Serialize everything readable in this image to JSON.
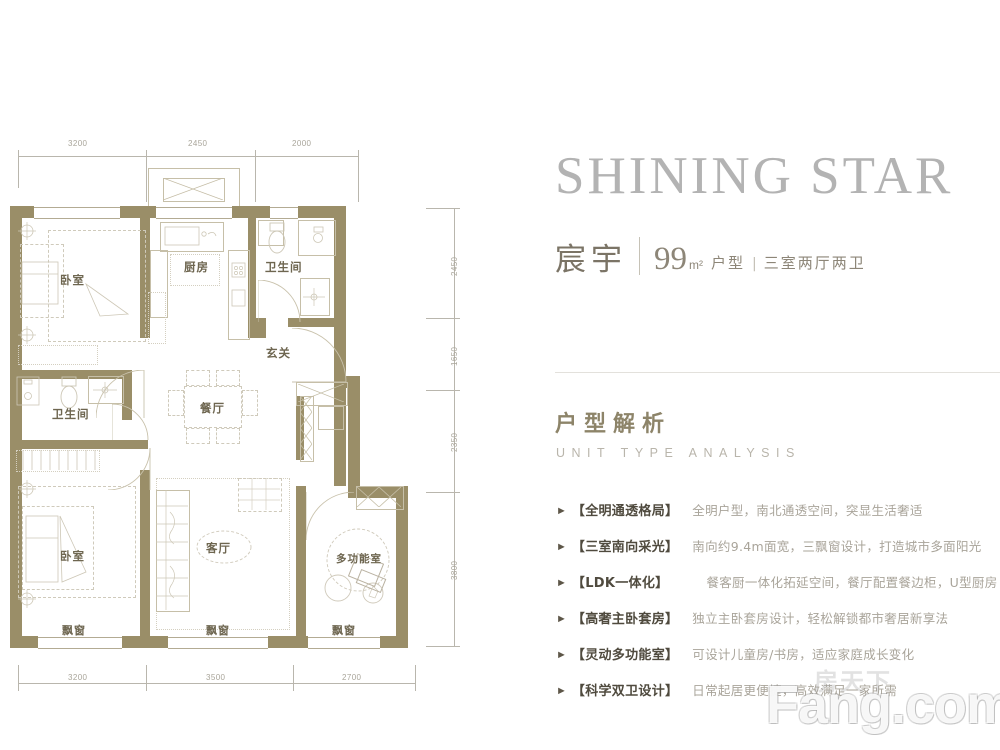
{
  "header": {
    "brand_en": "SHINING STAR",
    "project_name": "宸宇",
    "area_value": "99",
    "area_unit": "m²",
    "unit_word": "户型",
    "separator": "|",
    "room_config": "三室两厅两卫"
  },
  "analysis": {
    "section_title_cn": "户型解析",
    "section_title_en": "UNIT TYPE ANALYSIS",
    "bullet_glyph": "►",
    "features": [
      {
        "title": "【全明通透格局】",
        "desc": "全明户型，南北通透空间，突显生活奢适"
      },
      {
        "title": "【三室南向采光】",
        "desc": "南向约9.4m面宽，三飘窗设计，打造城市多面阳光"
      },
      {
        "title": "【LDK一体化】",
        "desc": "餐客厨一体化拓延空间，餐厅配置餐边柜，U型厨房"
      },
      {
        "title": "【高奢主卧套房】",
        "desc": "独立主卧套房设计，轻松解锁都市奢居新享法"
      },
      {
        "title": "【灵动多功能室】",
        "desc": "可设计儿童房/书房，适应家庭成长变化"
      },
      {
        "title": "【科学双卫设计】",
        "desc": "日常起居更便捷，高效满足一家所需"
      }
    ]
  },
  "floorplan": {
    "rooms": [
      {
        "key": "bedroom_top",
        "label": "卧室"
      },
      {
        "key": "kitchen",
        "label": "厨房"
      },
      {
        "key": "bathroom_top",
        "label": "卫生间"
      },
      {
        "key": "foyer",
        "label": "玄关"
      },
      {
        "key": "dining",
        "label": "餐厅"
      },
      {
        "key": "bathroom_mid",
        "label": "卫生间"
      },
      {
        "key": "bedroom_bottom",
        "label": "卧室"
      },
      {
        "key": "living",
        "label": "客厅"
      },
      {
        "key": "multifunction",
        "label": "多功能室"
      }
    ],
    "bay_windows": [
      {
        "key": "bay_left",
        "label": "飘窗"
      },
      {
        "key": "bay_center",
        "label": "飘窗"
      },
      {
        "key": "bay_right",
        "label": "飘窗"
      }
    ],
    "dimensions_top": [
      "3200",
      "2450",
      "2000"
    ],
    "dimensions_bottom": [
      "3200",
      "3500",
      "2700"
    ],
    "dimensions_right": [
      "2450",
      "1650",
      "2350",
      "3800"
    ]
  },
  "watermark": {
    "cn": "房天下",
    "en": "Fang.com"
  },
  "colors": {
    "wall": "#9a8e68",
    "title_gray": "#b3b3b3",
    "accent_text": "#8d8469",
    "body_text": "#a9a49a"
  }
}
